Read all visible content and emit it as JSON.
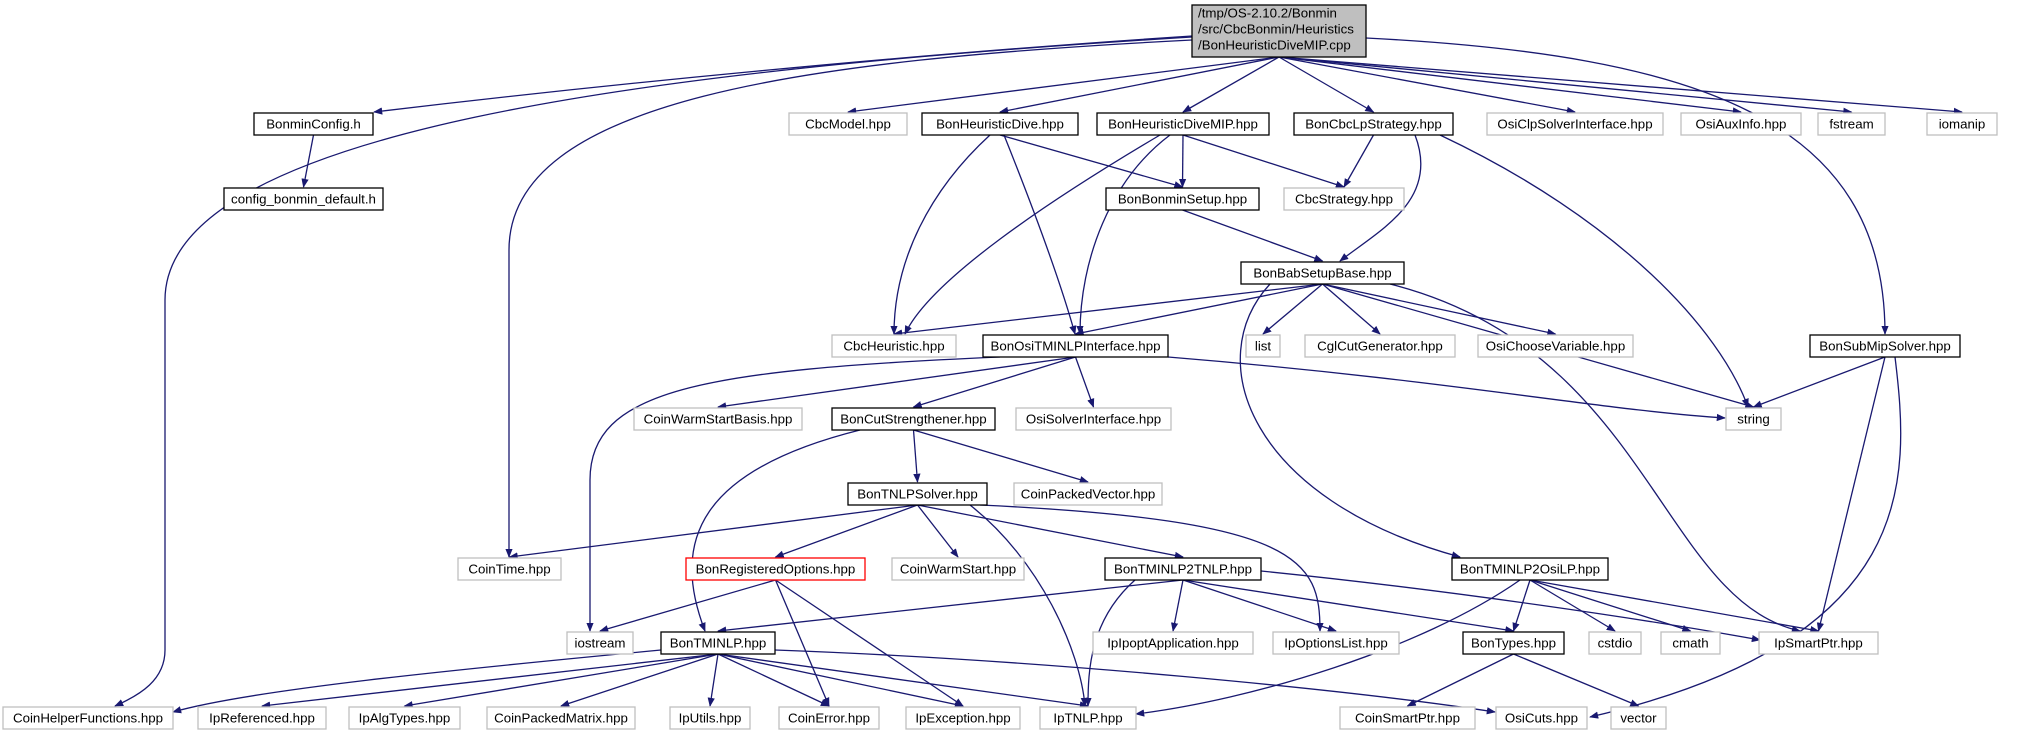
{
  "diagram": {
    "root_label_lines": [
      "/tmp/OS-2.10.2/Bonmin",
      "/src/CbcBonmin/Heuristics",
      "/BonHeuristicDiveMIP.cpp"
    ],
    "colors": {
      "edge": "#191970",
      "node_border_documented": "#000000",
      "node_border_external": "#bfbfbf",
      "node_border_highlight": "#ff0000",
      "root_fill": "#bfbfbf",
      "node_fill": "#ffffff",
      "text": "#000000"
    },
    "nodes": [
      {
        "id": "root",
        "label": "/tmp/OS-2.10.2/Bonmin/src/CbcBonmin/Heuristics/BonHeuristicDiveMIP.cpp",
        "style": "root"
      },
      {
        "id": "bonminconfig",
        "label": "BonminConfig.h",
        "style": "documented"
      },
      {
        "id": "configdefault",
        "label": "config_bonmin_default.h",
        "style": "documented"
      },
      {
        "id": "cbcmodel",
        "label": "CbcModel.hpp",
        "style": "external"
      },
      {
        "id": "heurdive",
        "label": "BonHeuristicDive.hpp",
        "style": "documented"
      },
      {
        "id": "heurdivemip",
        "label": "BonHeuristicDiveMIP.hpp",
        "style": "documented"
      },
      {
        "id": "cbclpstrat",
        "label": "BonCbcLpStrategy.hpp",
        "style": "documented"
      },
      {
        "id": "osiclp",
        "label": "OsiClpSolverInterface.hpp",
        "style": "external"
      },
      {
        "id": "osiaux",
        "label": "OsiAuxInfo.hpp",
        "style": "external"
      },
      {
        "id": "fstream",
        "label": "fstream",
        "style": "external"
      },
      {
        "id": "iomanip",
        "label": "iomanip",
        "style": "external"
      },
      {
        "id": "bonminsetup",
        "label": "BonBonminSetup.hpp",
        "style": "documented"
      },
      {
        "id": "cbcstrategy",
        "label": "CbcStrategy.hpp",
        "style": "external"
      },
      {
        "id": "babsetup",
        "label": "BonBabSetupBase.hpp",
        "style": "documented"
      },
      {
        "id": "cbcheur",
        "label": "CbcHeuristic.hpp",
        "style": "external"
      },
      {
        "id": "ositminlp",
        "label": "BonOsiTMINLPInterface.hpp",
        "style": "documented"
      },
      {
        "id": "list",
        "label": "list",
        "style": "external"
      },
      {
        "id": "cglcut",
        "label": "CglCutGenerator.hpp",
        "style": "external"
      },
      {
        "id": "osichoose",
        "label": "OsiChooseVariable.hpp",
        "style": "external"
      },
      {
        "id": "submip",
        "label": "BonSubMipSolver.hpp",
        "style": "documented"
      },
      {
        "id": "string",
        "label": "string",
        "style": "external"
      },
      {
        "id": "coinwarmbasis",
        "label": "CoinWarmStartBasis.hpp",
        "style": "external"
      },
      {
        "id": "cutstrength",
        "label": "BonCutStrengthener.hpp",
        "style": "documented"
      },
      {
        "id": "osisolver",
        "label": "OsiSolverInterface.hpp",
        "style": "external"
      },
      {
        "id": "tnlpsolver",
        "label": "BonTNLPSolver.hpp",
        "style": "documented"
      },
      {
        "id": "coinpackedvec",
        "label": "CoinPackedVector.hpp",
        "style": "external"
      },
      {
        "id": "cointime",
        "label": "CoinTime.hpp",
        "style": "external"
      },
      {
        "id": "regopts",
        "label": "BonRegisteredOptions.hpp",
        "style": "highlight"
      },
      {
        "id": "coinwarm",
        "label": "CoinWarmStart.hpp",
        "style": "external"
      },
      {
        "id": "tminlp2tnlp",
        "label": "BonTMINLP2TNLP.hpp",
        "style": "documented"
      },
      {
        "id": "tminlp2osilp",
        "label": "BonTMINLP2OsiLP.hpp",
        "style": "documented"
      },
      {
        "id": "iostream",
        "label": "iostream",
        "style": "external"
      },
      {
        "id": "tminlp",
        "label": "BonTMINLP.hpp",
        "style": "documented"
      },
      {
        "id": "ipoptapp",
        "label": "IpIpoptApplication.hpp",
        "style": "external"
      },
      {
        "id": "ipoptlist",
        "label": "IpOptionsList.hpp",
        "style": "external"
      },
      {
        "id": "bontypes",
        "label": "BonTypes.hpp",
        "style": "documented"
      },
      {
        "id": "cstdio",
        "label": "cstdio",
        "style": "external"
      },
      {
        "id": "cmath",
        "label": "cmath",
        "style": "external"
      },
      {
        "id": "ipsmartptr",
        "label": "IpSmartPtr.hpp",
        "style": "external"
      },
      {
        "id": "coinhelper",
        "label": "CoinHelperFunctions.hpp",
        "style": "external"
      },
      {
        "id": "ipref",
        "label": "IpReferenced.hpp",
        "style": "external"
      },
      {
        "id": "ipalgtypes",
        "label": "IpAlgTypes.hpp",
        "style": "external"
      },
      {
        "id": "coinpackedmat",
        "label": "CoinPackedMatrix.hpp",
        "style": "external"
      },
      {
        "id": "iputils",
        "label": "IpUtils.hpp",
        "style": "external"
      },
      {
        "id": "coinerror",
        "label": "CoinError.hpp",
        "style": "external"
      },
      {
        "id": "ipexception",
        "label": "IpException.hpp",
        "style": "external"
      },
      {
        "id": "iptnlp",
        "label": "IpTNLP.hpp",
        "style": "external"
      },
      {
        "id": "coinsmartptr",
        "label": "CoinSmartPtr.hpp",
        "style": "external"
      },
      {
        "id": "osicuts",
        "label": "OsiCuts.hpp",
        "style": "external"
      },
      {
        "id": "vector",
        "label": "vector",
        "style": "external"
      }
    ],
    "edges": [
      [
        "root",
        "bonminconfig"
      ],
      [
        "root",
        "coinhelper"
      ],
      [
        "root",
        "cointime"
      ],
      [
        "root",
        "cbcmodel"
      ],
      [
        "root",
        "heurdive"
      ],
      [
        "root",
        "heurdivemip"
      ],
      [
        "root",
        "cbclpstrat"
      ],
      [
        "root",
        "osiclp"
      ],
      [
        "root",
        "osiaux"
      ],
      [
        "root",
        "fstream"
      ],
      [
        "root",
        "iomanip"
      ],
      [
        "root",
        "submip"
      ],
      [
        "bonminconfig",
        "configdefault"
      ],
      [
        "heurdive",
        "cbcheur"
      ],
      [
        "heurdive",
        "ositminlp"
      ],
      [
        "heurdive",
        "bonminsetup"
      ],
      [
        "heurdivemip",
        "bonminsetup"
      ],
      [
        "heurdivemip",
        "cbcstrategy"
      ],
      [
        "heurdivemip",
        "cbcheur"
      ],
      [
        "heurdivemip",
        "ositminlp"
      ],
      [
        "cbclpstrat",
        "cbcstrategy"
      ],
      [
        "cbclpstrat",
        "babsetup"
      ],
      [
        "cbclpstrat",
        "string"
      ],
      [
        "bonminsetup",
        "babsetup"
      ],
      [
        "babsetup",
        "cbcheur"
      ],
      [
        "babsetup",
        "ositminlp"
      ],
      [
        "babsetup",
        "list"
      ],
      [
        "babsetup",
        "cglcut"
      ],
      [
        "babsetup",
        "osichoose"
      ],
      [
        "babsetup",
        "string"
      ],
      [
        "babsetup",
        "ipsmartptr"
      ],
      [
        "babsetup",
        "tminlp2osilp"
      ],
      [
        "ositminlp",
        "iostream"
      ],
      [
        "ositminlp",
        "coinwarmbasis"
      ],
      [
        "ositminlp",
        "cutstrength"
      ],
      [
        "ositminlp",
        "osisolver"
      ],
      [
        "ositminlp",
        "string"
      ],
      [
        "submip",
        "string"
      ],
      [
        "submip",
        "ipsmartptr"
      ],
      [
        "submip",
        "osicuts"
      ],
      [
        "cutstrength",
        "tnlpsolver"
      ],
      [
        "cutstrength",
        "coinpackedvec"
      ],
      [
        "cutstrength",
        "tminlp"
      ],
      [
        "tnlpsolver",
        "cointime"
      ],
      [
        "tnlpsolver",
        "regopts"
      ],
      [
        "tnlpsolver",
        "coinwarm"
      ],
      [
        "tnlpsolver",
        "tminlp2tnlp"
      ],
      [
        "tnlpsolver",
        "iptnlp"
      ],
      [
        "tnlpsolver",
        "ipoptlist"
      ],
      [
        "regopts",
        "iostream"
      ],
      [
        "regopts",
        "coinerror"
      ],
      [
        "regopts",
        "ipexception"
      ],
      [
        "tminlp2tnlp",
        "tminlp"
      ],
      [
        "tminlp2tnlp",
        "ipoptapp"
      ],
      [
        "tminlp2tnlp",
        "ipoptlist"
      ],
      [
        "tminlp2tnlp",
        "bontypes"
      ],
      [
        "tminlp2tnlp",
        "ipsmartptr"
      ],
      [
        "tminlp2tnlp",
        "iptnlp"
      ],
      [
        "tminlp2osilp",
        "bontypes"
      ],
      [
        "tminlp2osilp",
        "cstdio"
      ],
      [
        "tminlp2osilp",
        "cmath"
      ],
      [
        "tminlp2osilp",
        "ipsmartptr"
      ],
      [
        "tminlp2osilp",
        "iptnlp"
      ],
      [
        "tminlp",
        "coinhelper"
      ],
      [
        "tminlp",
        "ipref"
      ],
      [
        "tminlp",
        "ipalgtypes"
      ],
      [
        "tminlp",
        "coinpackedmat"
      ],
      [
        "tminlp",
        "iputils"
      ],
      [
        "tminlp",
        "coinerror"
      ],
      [
        "tminlp",
        "ipexception"
      ],
      [
        "tminlp",
        "iptnlp"
      ],
      [
        "tminlp",
        "osicuts"
      ],
      [
        "bontypes",
        "coinsmartptr"
      ],
      [
        "bontypes",
        "vector"
      ]
    ]
  }
}
